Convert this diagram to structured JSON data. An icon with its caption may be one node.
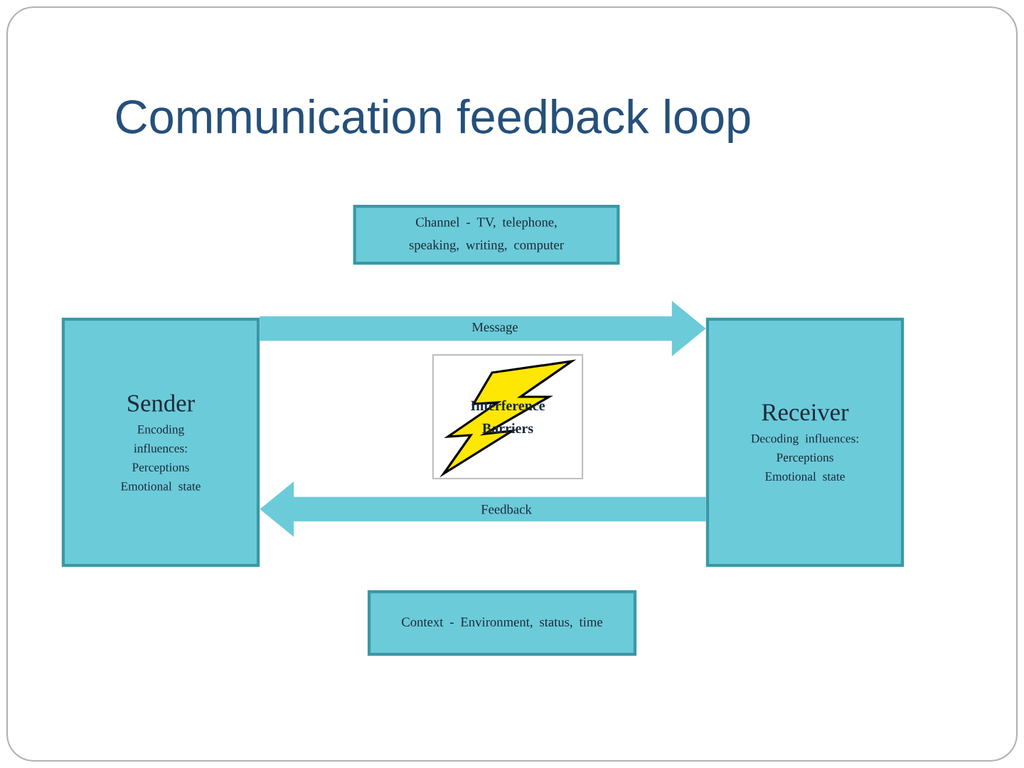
{
  "diagram": {
    "title": "Communication feedback loop",
    "nodes": [
      {
        "text": [
          "Channel  - TV, telephone, speaking, writing, computer"
        ]
      },
      {
        "text": [
          "Sender",
          "Encoding influences: Perceptions Emotional state"
        ]
      },
      {
        "text": [
          "Interference Barriers"
        ]
      },
      {
        "text": [
          "Receiver",
          "Decoding influences: Perceptions Emotional state"
        ]
      },
      {
        "text": [
          "Context  - Environment, status, time"
        ]
      }
    ],
    "edges": [
      {
        "from": 1,
        "to": 3,
        "arrow": "to",
        "label": "Message"
      },
      {
        "from": 3,
        "to": 1,
        "arrow": "to",
        "label": "Feedback"
      }
    ]
  }
}
